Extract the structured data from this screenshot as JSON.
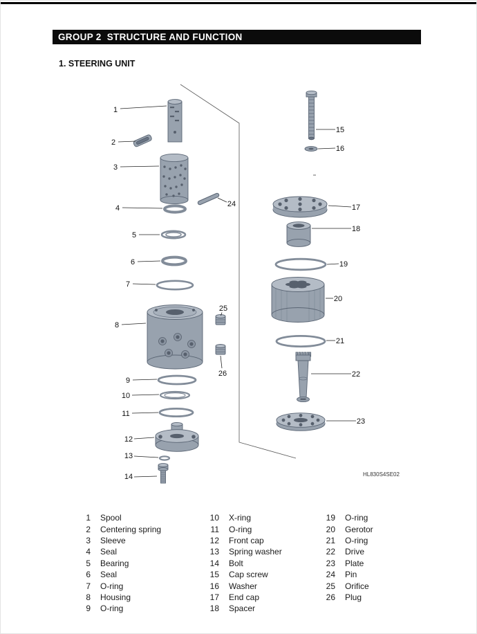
{
  "page": {
    "header_title": "GROUP 2  STRUCTURE AND FUNCTION",
    "section_title": "1. STEERING UNIT",
    "diagram_code": "HL830S4SE02"
  },
  "colors": {
    "header_bg": "#0b0b0b",
    "part_fill": "#98a2ae",
    "part_light": "#b4bcc6",
    "part_dark": "#6a7585"
  },
  "diagram": {
    "callouts": [
      {
        "num": "1",
        "part": "Spool"
      },
      {
        "num": "2",
        "part": "Centering spring"
      },
      {
        "num": "3",
        "part": "Sleeve"
      },
      {
        "num": "4",
        "part": "Seal"
      },
      {
        "num": "5",
        "part": "Bearing"
      },
      {
        "num": "6",
        "part": "Seal"
      },
      {
        "num": "7",
        "part": "O-ring"
      },
      {
        "num": "8",
        "part": "Housing"
      },
      {
        "num": "9",
        "part": "O-ring"
      },
      {
        "num": "10",
        "part": "X-ring"
      },
      {
        "num": "11",
        "part": "O-ring"
      },
      {
        "num": "12",
        "part": "Front cap"
      },
      {
        "num": "13",
        "part": "Spring washer"
      },
      {
        "num": "14",
        "part": "Bolt"
      },
      {
        "num": "15",
        "part": "Cap screw"
      },
      {
        "num": "16",
        "part": "Washer"
      },
      {
        "num": "17",
        "part": "End cap"
      },
      {
        "num": "18",
        "part": "Spacer"
      },
      {
        "num": "19",
        "part": "O-ring"
      },
      {
        "num": "20",
        "part": "Gerotor"
      },
      {
        "num": "21",
        "part": "O-ring"
      },
      {
        "num": "22",
        "part": "Drive"
      },
      {
        "num": "23",
        "part": "Plate"
      },
      {
        "num": "24",
        "part": "Pin"
      },
      {
        "num": "25",
        "part": "Orifice"
      },
      {
        "num": "26",
        "part": "Plug"
      }
    ]
  },
  "parts_list": {
    "columns": [
      {
        "items": [
          {
            "num": "1",
            "name": "Spool"
          },
          {
            "num": "2",
            "name": "Centering spring"
          },
          {
            "num": "3",
            "name": "Sleeve"
          },
          {
            "num": "4",
            "name": "Seal"
          },
          {
            "num": "5",
            "name": "Bearing"
          },
          {
            "num": "6",
            "name": "Seal"
          },
          {
            "num": "7",
            "name": "O-ring"
          },
          {
            "num": "8",
            "name": "Housing"
          },
          {
            "num": "9",
            "name": "O-ring"
          }
        ]
      },
      {
        "items": [
          {
            "num": "10",
            "name": "X-ring"
          },
          {
            "num": "11",
            "name": "O-ring"
          },
          {
            "num": "12",
            "name": "Front cap"
          },
          {
            "num": "13",
            "name": "Spring washer"
          },
          {
            "num": "14",
            "name": "Bolt"
          },
          {
            "num": "15",
            "name": "Cap screw"
          },
          {
            "num": "16",
            "name": "Washer"
          },
          {
            "num": "17",
            "name": "End cap"
          },
          {
            "num": "18",
            "name": "Spacer"
          }
        ]
      },
      {
        "items": [
          {
            "num": "19",
            "name": "O-ring"
          },
          {
            "num": "20",
            "name": "Gerotor"
          },
          {
            "num": "21",
            "name": "O-ring"
          },
          {
            "num": "22",
            "name": "Drive"
          },
          {
            "num": "23",
            "name": "Plate"
          },
          {
            "num": "24",
            "name": "Pin"
          },
          {
            "num": "25",
            "name": "Orifice"
          },
          {
            "num": "26",
            "name": "Plug"
          }
        ]
      }
    ]
  }
}
